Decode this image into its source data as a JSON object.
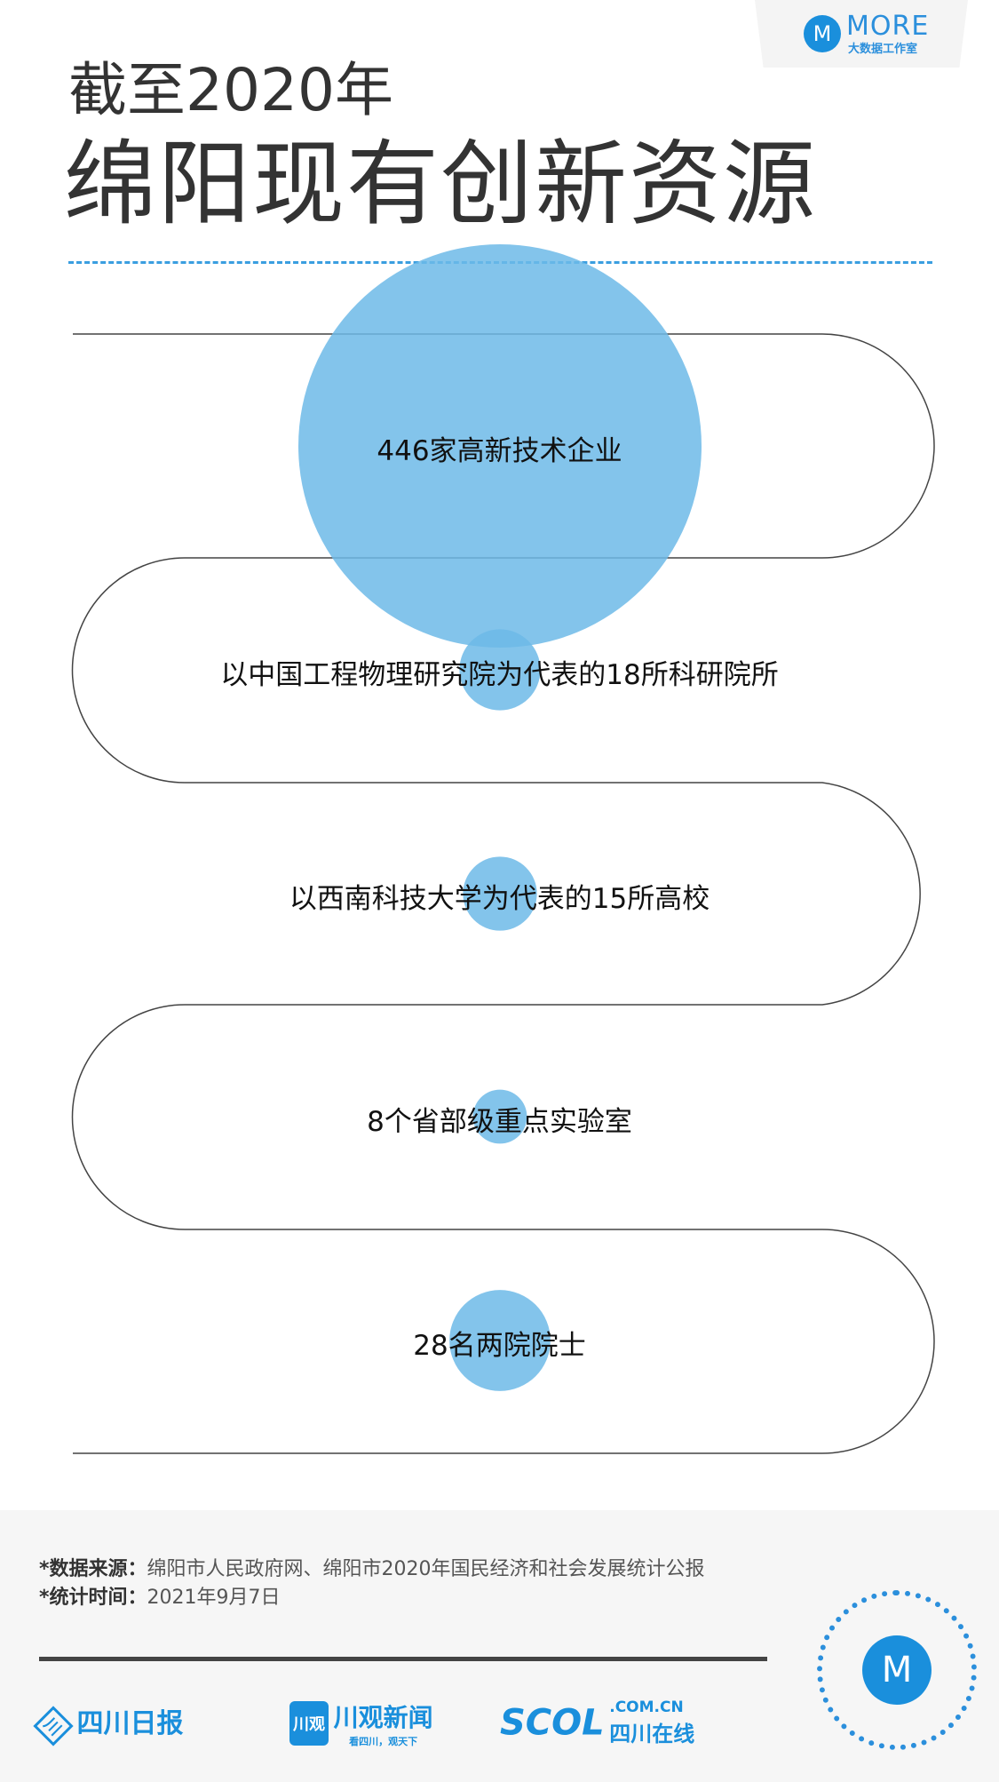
{
  "brand": {
    "icon": "m-logo-icon",
    "name_en": "MORE",
    "name_cn": "大数据工作室"
  },
  "title": {
    "line1": "截至2020年",
    "line2": "绵阳现有创新资源"
  },
  "items": [
    {
      "label": "446家高新技术企业",
      "value": 446
    },
    {
      "label": "以中国工程物理研究院为代表的18所科研院所",
      "value": 18
    },
    {
      "label": "以西南科技大学为代表的15所高校",
      "value": 15
    },
    {
      "label": "8个省部级重点实验室",
      "value": 8
    },
    {
      "label": "28名两院院士",
      "value": 28
    }
  ],
  "colors": {
    "bubble": "#6dbae8",
    "bubble_overlap": "#3d98d8",
    "accent": "#1a8fdc"
  },
  "footer": {
    "source_label": "*数据来源：",
    "source_text": "绵阳市人民政府网、绵阳市2020年国民经济和社会发展统计公报",
    "date_label": "*统计时间：",
    "date_text": "2021年9月7日",
    "logos": {
      "sichuan_daily": "四川日报",
      "cg_badge": "川观",
      "cg_name": "川观新闻",
      "cg_slogan": "看四川，观天下",
      "scol": "SCOL",
      "scol_domain": ".COM.CN",
      "scol_cn": "四川在线"
    }
  }
}
